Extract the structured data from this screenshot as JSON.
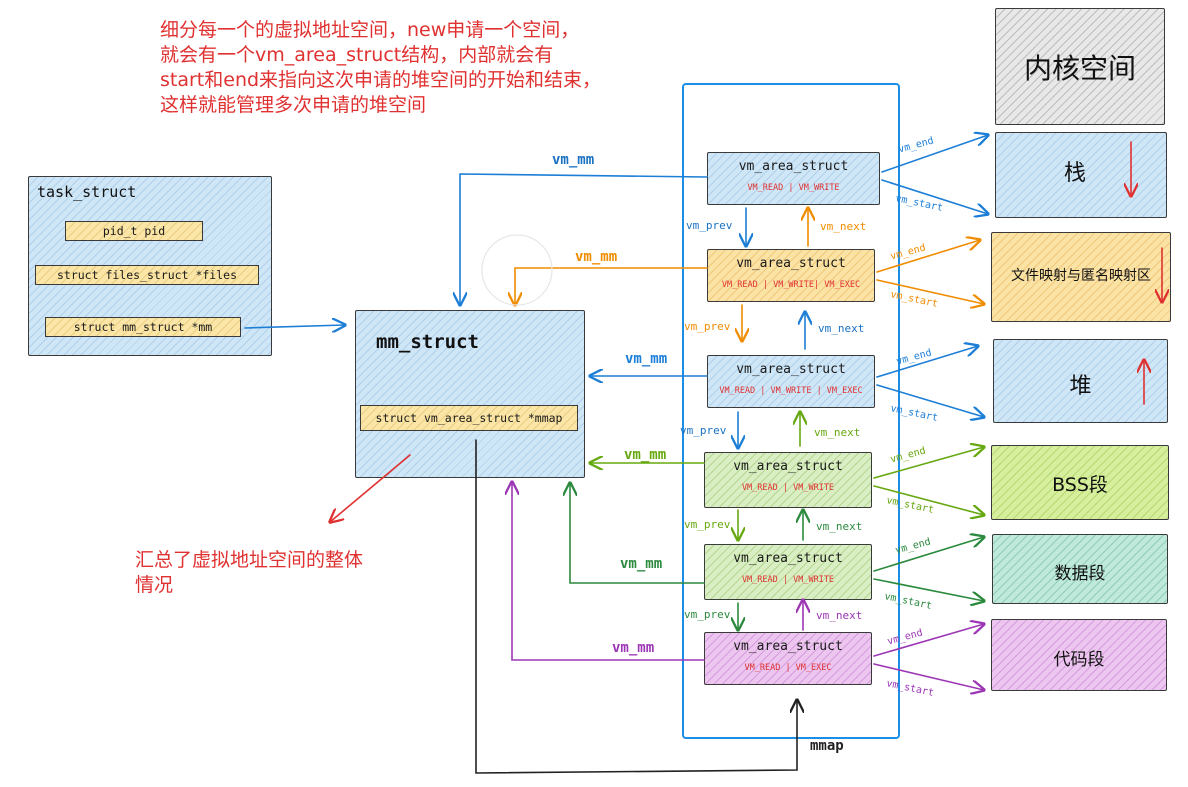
{
  "notes": {
    "top": "细分每一个的虚拟地址空间，new申请一个空间，\n就会有一个vm_area_struct结构，内部就会有\nstart和end来指向这次申请的堆空间的开始和结束，\n这样就能管理多次申请的堆空间",
    "bottom": "汇总了虚拟地址空间的整体\n情况"
  },
  "task_struct": {
    "title": "task_struct",
    "fields": [
      "pid_t  pid",
      "struct files_struct *files",
      "struct mm_struct     *mm"
    ]
  },
  "mm_struct": {
    "title": "mm_struct",
    "field": "struct vm_area_struct *mmap"
  },
  "vmas": [
    {
      "title": "vm_area_struct",
      "flags": "VM_READ | VM_WRITE",
      "mm_label": "vm_mm",
      "color": "#1971c2"
    },
    {
      "title": "vm_area_struct",
      "flags": "VM_READ | VM_WRITE| VM_EXEC",
      "mm_label": "vm_mm",
      "color": "#f08c00"
    },
    {
      "title": "vm_area_struct",
      "flags": "VM_READ | VM_WRITE | VM_EXEC",
      "mm_label": "vm_mm",
      "color": "#1c7ed6"
    },
    {
      "title": "vm_area_struct",
      "flags": "VM_READ | VM_WRITE",
      "mm_label": "vm_mm",
      "color": "#66a80f"
    },
    {
      "title": "vm_area_struct",
      "flags": "VM_READ | VM_WRITE",
      "mm_label": "vm_mm",
      "color": "#2b8a3e"
    },
    {
      "title": "vm_area_struct",
      "flags": "VM_READ | VM_EXEC",
      "mm_label": "vm_mm",
      "color": "#9c36b5"
    }
  ],
  "links": {
    "prev": "vm_prev",
    "next": "vm_next",
    "end": "vm_end",
    "start": "vm_start",
    "mmap": "mmap"
  },
  "regions": [
    {
      "label": "内核空间"
    },
    {
      "label": "栈"
    },
    {
      "label": "文件映射与匿名映射区"
    },
    {
      "label": "堆"
    },
    {
      "label": "BSS段"
    },
    {
      "label": "数据段"
    },
    {
      "label": "代码段"
    }
  ]
}
